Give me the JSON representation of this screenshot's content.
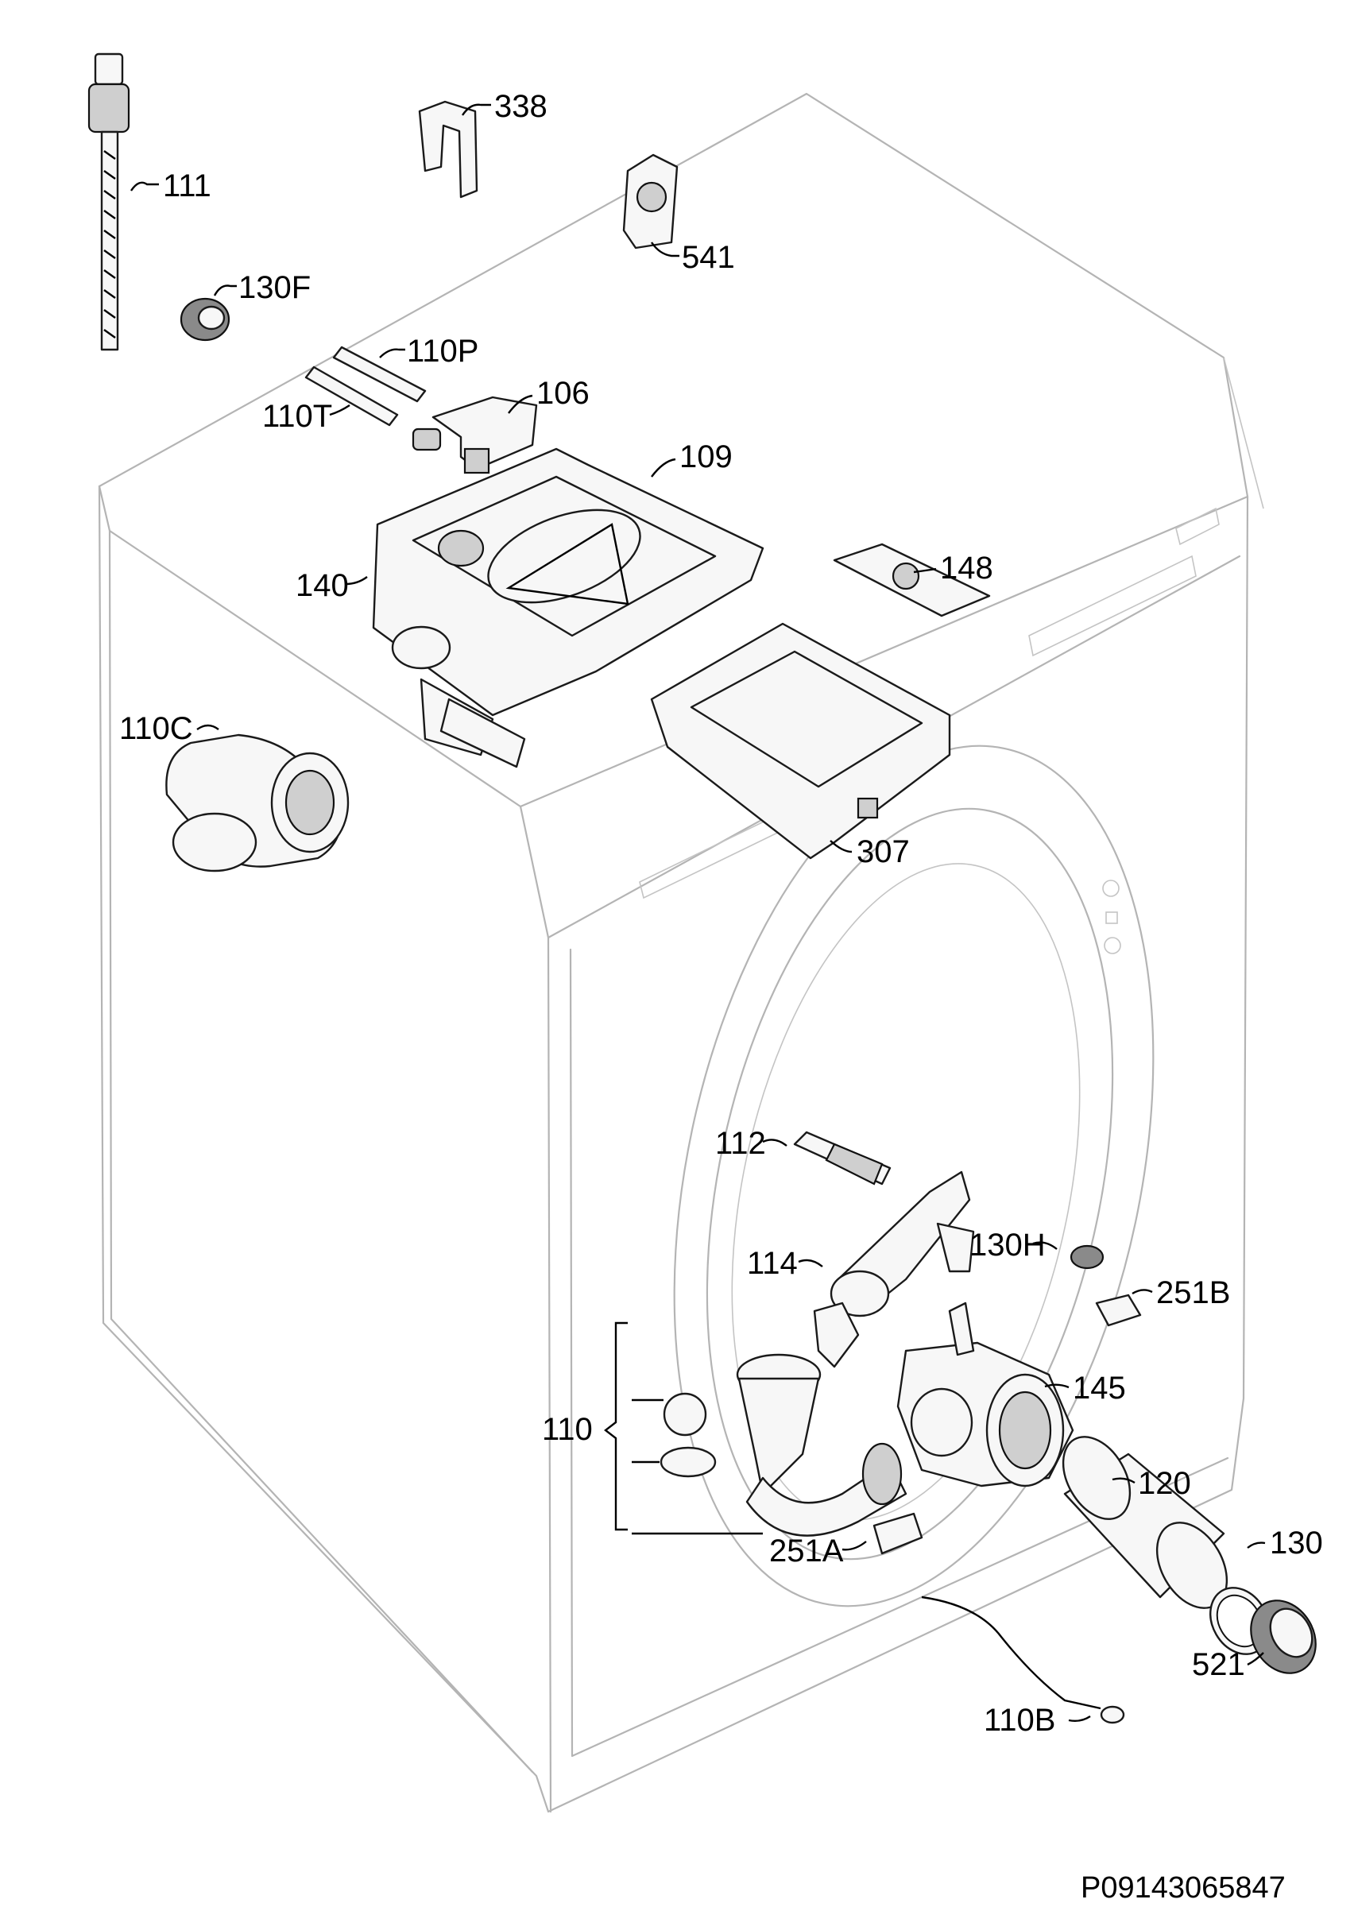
{
  "parts": {
    "p111": "111",
    "p338": "338",
    "p541": "541",
    "p130F": "130F",
    "p110P": "110P",
    "p110T": "110T",
    "p106": "106",
    "p109": "109",
    "p140": "140",
    "p148": "148",
    "p110C": "110C",
    "p307": "307",
    "p112": "112",
    "p114": "114",
    "p130H": "130H",
    "p251B": "251B",
    "p145": "145",
    "p110": "110",
    "p120": "120",
    "p251A": "251A",
    "p130": "130",
    "p521": "521",
    "p110B": "110B"
  },
  "drawing_code": "P09143065847"
}
